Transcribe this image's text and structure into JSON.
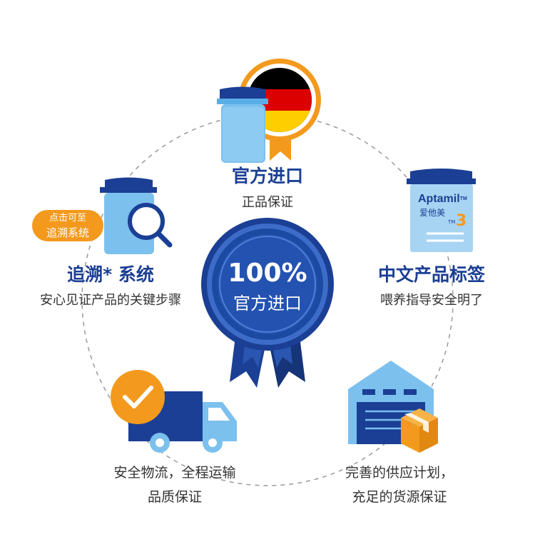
{
  "center_badge": {
    "line1": "100%",
    "line2": "官方进口"
  },
  "feature_import": {
    "title": "官方进口",
    "subtitle": "正品保证"
  },
  "feature_label": {
    "title": "中文产品标签",
    "subtitle": "喂养指导安全明了"
  },
  "feature_trace": {
    "title": "追溯* 系统",
    "subtitle": "安心见证产品的关键步骤"
  },
  "trace_callout": {
    "line1": "点击可至",
    "line2": "追溯系统"
  },
  "feature_logistics": {
    "line1": "安全物流，全程运输",
    "line2": "品质保证"
  },
  "feature_supply": {
    "line1": "完善的供应计划，",
    "line2": "充足的货源保证"
  },
  "product_can": {
    "brand": "Aptamil",
    "tm": "TM",
    "cn_name": "爱他美",
    "stage": "3"
  },
  "colors": {
    "navy": "#1b3f94",
    "light_blue": "#5aaee8",
    "orange": "#f39a1e",
    "ring_dash": "#9a9a9a"
  },
  "icons": [
    "germany-flag-medal-icon",
    "milk-can-icon",
    "magnifier-icon",
    "check-circle-icon",
    "delivery-truck-icon",
    "warehouse-icon",
    "package-box-icon",
    "ribbon-badge-icon"
  ]
}
